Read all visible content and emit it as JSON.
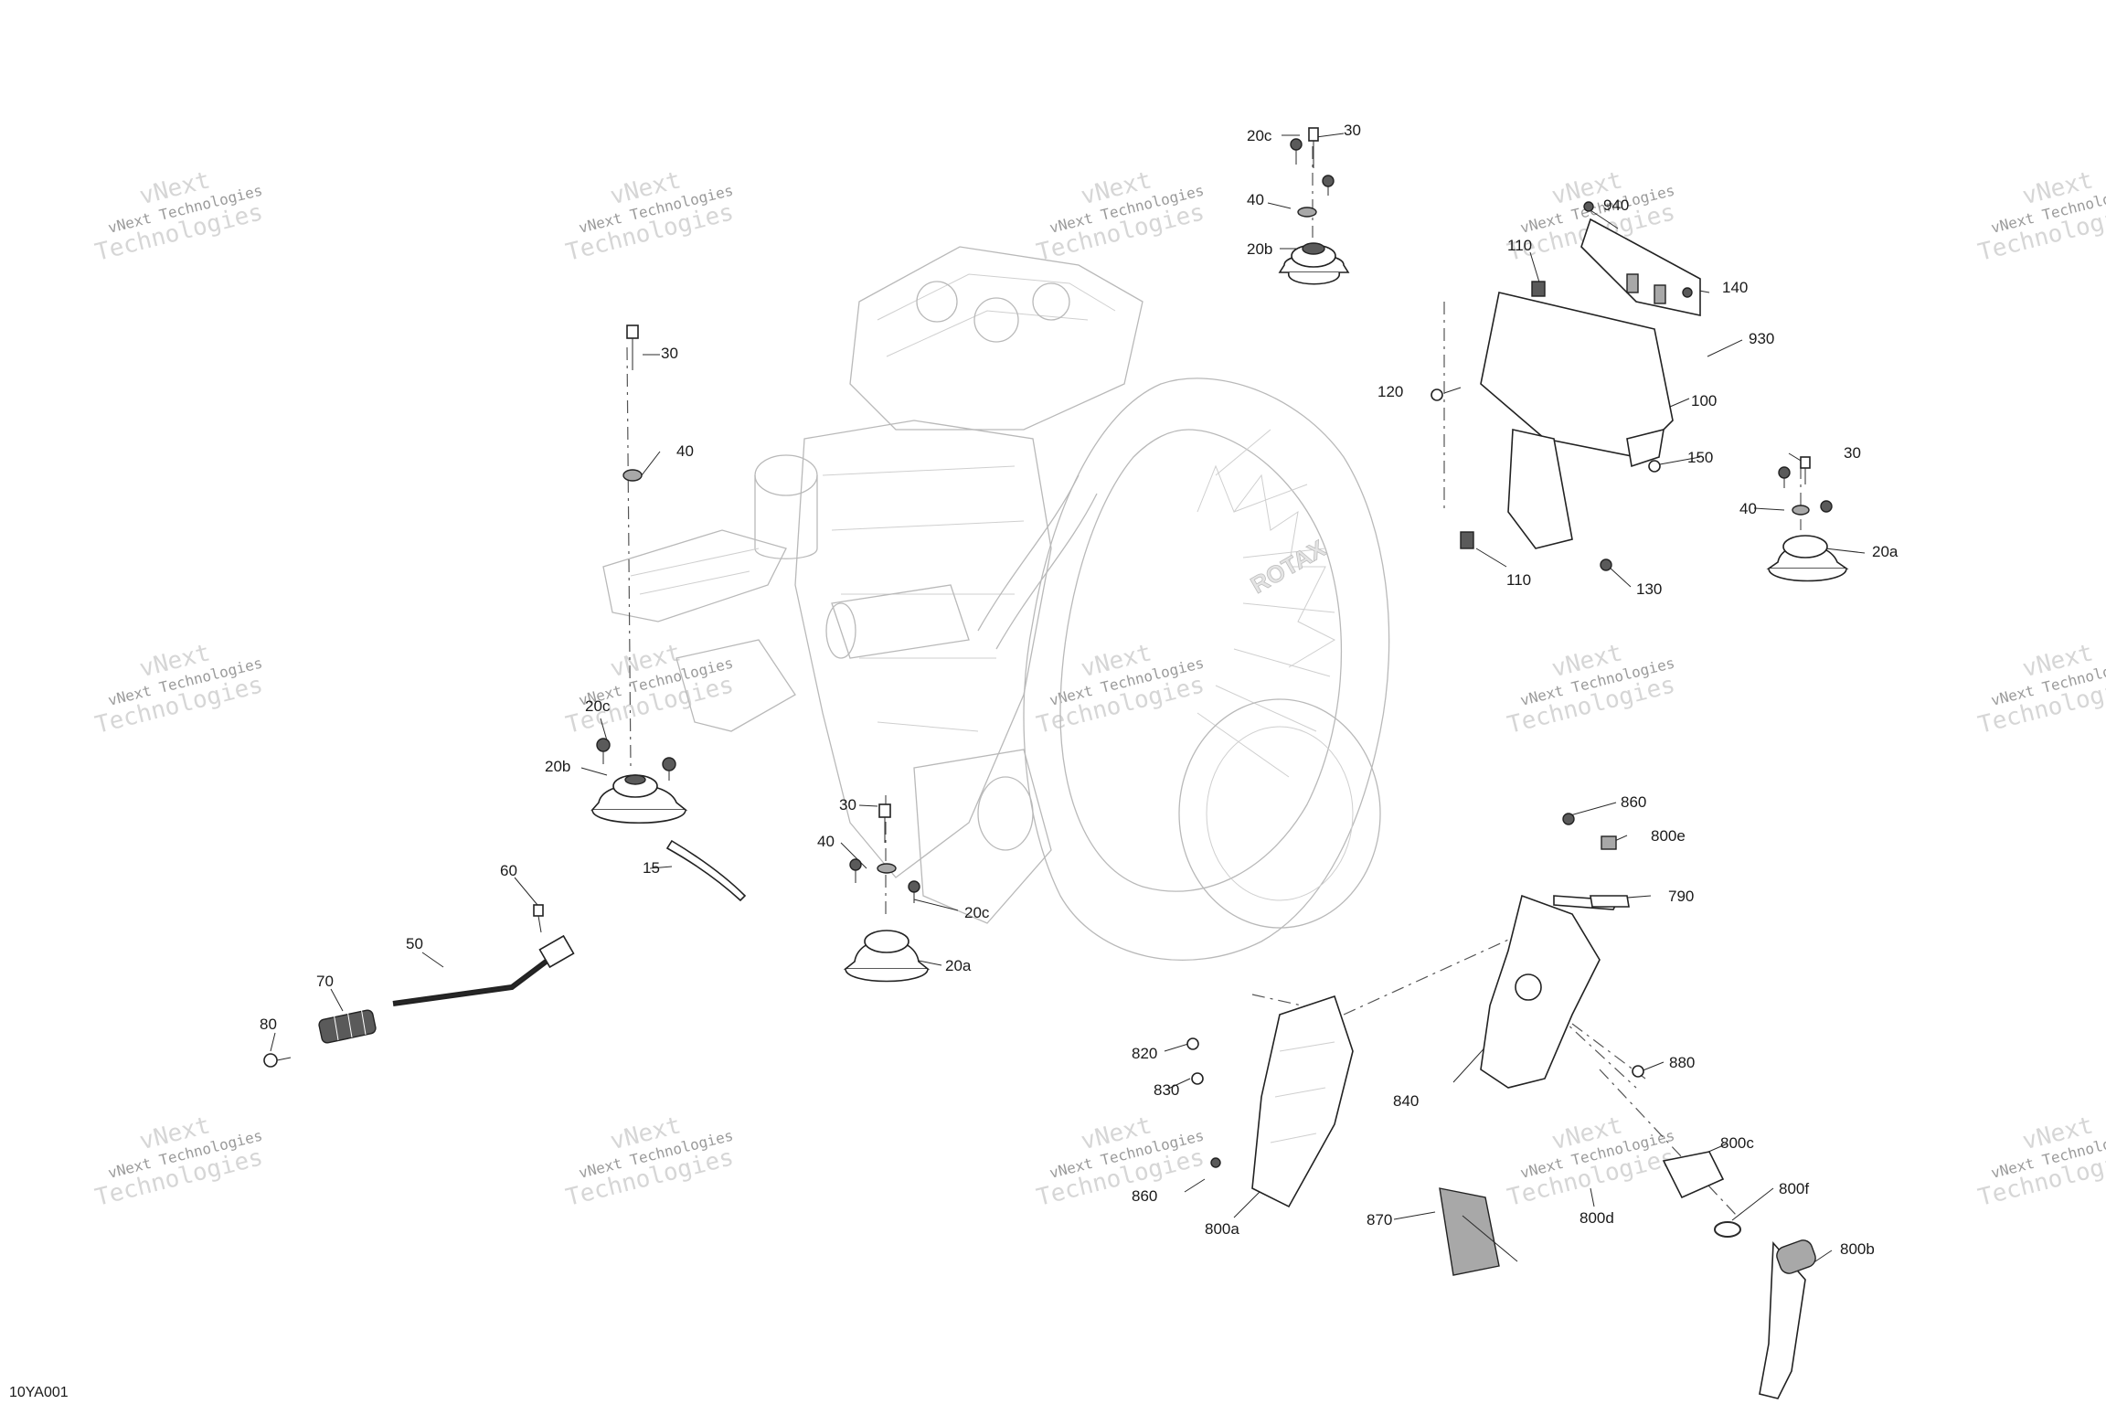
{
  "diagram": {
    "code": "10YA001",
    "watermark": {
      "line1": "vNext Technologies",
      "line2": "Technologies",
      "line3": "vNext"
    },
    "callouts": [
      {
        "id": "c-20c-top",
        "text": "20c"
      },
      {
        "id": "c-30-top",
        "text": "30"
      },
      {
        "id": "c-40-top",
        "text": "40"
      },
      {
        "id": "c-20b-top",
        "text": "20b"
      },
      {
        "id": "c-940",
        "text": "940"
      },
      {
        "id": "c-110-a",
        "text": "110"
      },
      {
        "id": "c-140",
        "text": "140"
      },
      {
        "id": "c-930",
        "text": "930"
      },
      {
        "id": "c-120",
        "text": "120"
      },
      {
        "id": "c-100",
        "text": "100"
      },
      {
        "id": "c-150",
        "text": "150"
      },
      {
        "id": "c-110-b",
        "text": "110"
      },
      {
        "id": "c-130",
        "text": "130"
      },
      {
        "id": "c-30-right",
        "text": "30"
      },
      {
        "id": "c-40-right",
        "text": "40"
      },
      {
        "id": "c-20a-right",
        "text": "20a"
      },
      {
        "id": "c-30-left",
        "text": "30"
      },
      {
        "id": "c-40-left",
        "text": "40"
      },
      {
        "id": "c-20c-left",
        "text": "20c"
      },
      {
        "id": "c-20b-left",
        "text": "20b"
      },
      {
        "id": "c-15",
        "text": "15"
      },
      {
        "id": "c-60",
        "text": "60"
      },
      {
        "id": "c-50",
        "text": "50"
      },
      {
        "id": "c-70",
        "text": "70"
      },
      {
        "id": "c-80",
        "text": "80"
      },
      {
        "id": "c-30-mid",
        "text": "30"
      },
      {
        "id": "c-40-mid",
        "text": "40"
      },
      {
        "id": "c-20c-mid",
        "text": "20c"
      },
      {
        "id": "c-20a-mid",
        "text": "20a"
      },
      {
        "id": "c-860-top",
        "text": "860"
      },
      {
        "id": "c-800e",
        "text": "800e"
      },
      {
        "id": "c-790",
        "text": "790"
      },
      {
        "id": "c-820",
        "text": "820"
      },
      {
        "id": "c-830",
        "text": "830"
      },
      {
        "id": "c-840",
        "text": "840"
      },
      {
        "id": "c-880",
        "text": "880"
      },
      {
        "id": "c-860-bot",
        "text": "860"
      },
      {
        "id": "c-800a",
        "text": "800a"
      },
      {
        "id": "c-870",
        "text": "870"
      },
      {
        "id": "c-800c",
        "text": "800c"
      },
      {
        "id": "c-800f",
        "text": "800f"
      },
      {
        "id": "c-800d",
        "text": "800d"
      },
      {
        "id": "c-800b",
        "text": "800b"
      }
    ]
  }
}
